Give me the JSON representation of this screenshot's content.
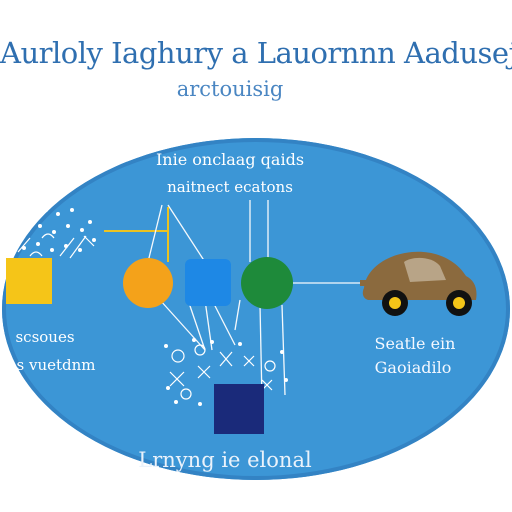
{
  "title": "Aurloly Iaghury a Lauornnn Aaduseje",
  "subtitle": "arctouisig",
  "diagram": {
    "header_line1": "Inie onclaag qaids",
    "header_line2": "naitnect ecatons",
    "left_label_line1": "scsoues",
    "left_label_line2": "s vuetdnm",
    "right_label_line1": "Seatle ein",
    "right_label_line2": "Gaoiadilo",
    "bottom_label": "Lrnyng ie elonal",
    "colors": {
      "ellipse": "#3c96d6",
      "yellow_square": "#f5c518",
      "orange_node": "#f4a21a",
      "blue_node": "#1e88e5",
      "green_node": "#1e8a3a",
      "navy_square": "#1a2a7a",
      "car_body": "#8b6a3e"
    }
  }
}
